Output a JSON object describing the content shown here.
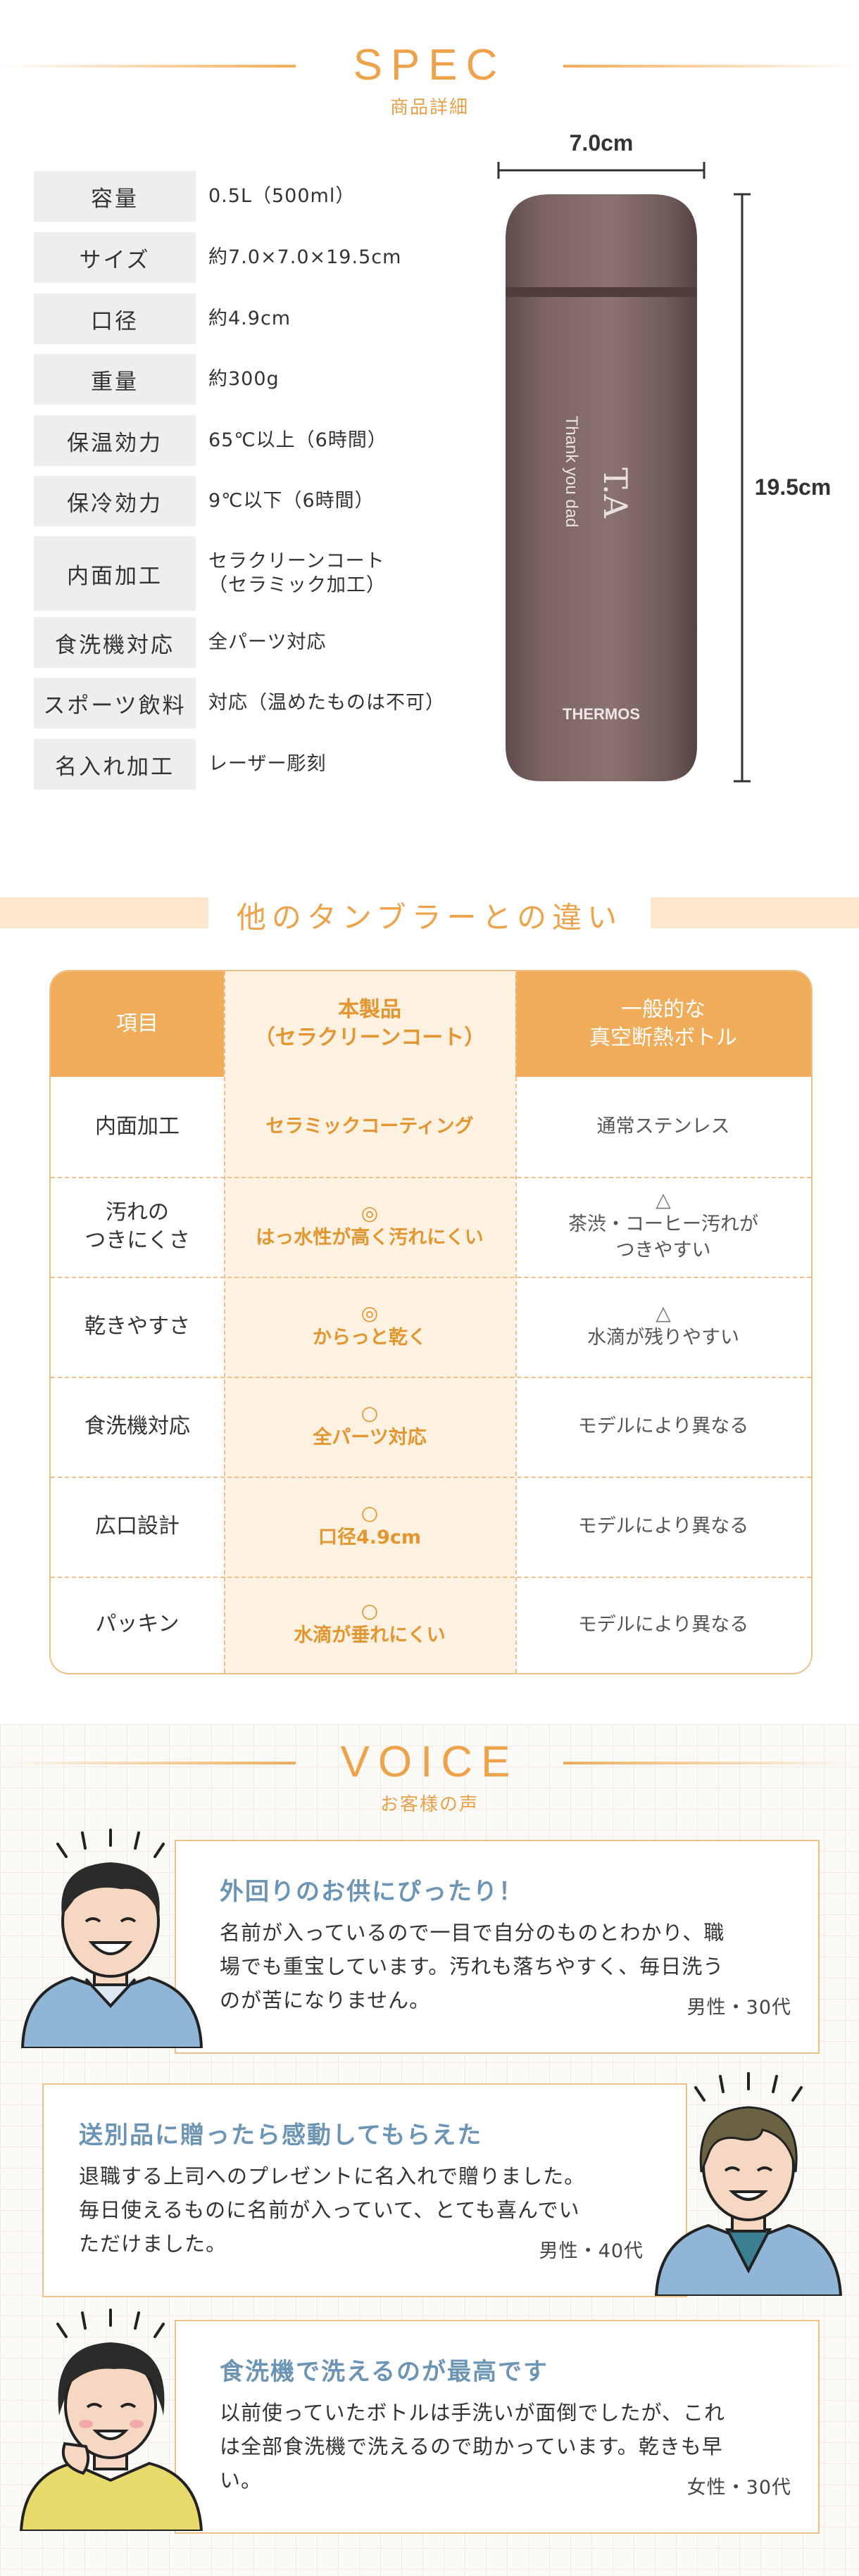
{
  "spec": {
    "title": "SPEC",
    "subtitle": "商品詳細",
    "rows": [
      {
        "label": "容量",
        "value": "0.5L（500ml）"
      },
      {
        "label": "サイズ",
        "value": "約7.0×7.0×19.5cm"
      },
      {
        "label": "口径",
        "value": "約4.9cm"
      },
      {
        "label": "重量",
        "value": "約300g"
      },
      {
        "label": "保温効力",
        "value": "65℃以上（6時間）"
      },
      {
        "label": "保冷効力",
        "value": "9℃以下（6時間）"
      },
      {
        "label": "内面加工",
        "value": "セラクリーンコート",
        "value2": "（セラミック加工）"
      },
      {
        "label": "食洗機対応",
        "value": "全パーツ対応"
      },
      {
        "label": "スポーツ飲料",
        "value": "対応（温めたものは不可）"
      },
      {
        "label": "名入れ加工",
        "value": "レーザー彫刻"
      }
    ],
    "width_label": "7.0cm",
    "height_label": "19.5cm",
    "bottle_engraving_initials": "T.A",
    "bottle_engraving_text": "Thank you dad",
    "bottle_brand": "THERMOS",
    "bottle_color": "#7d6664"
  },
  "compare": {
    "title": "他のタンブラーとの違い",
    "headers": {
      "item": "項目",
      "product_1": "本製品",
      "product_2": "（セラクリーンコート）",
      "general_1": "一般的な",
      "general_2": "真空断熱ボトル"
    },
    "rows": [
      {
        "item": "内面加工",
        "item2": "",
        "prod_mark": "",
        "prod": "セラミックコーティング",
        "gen_mark": "",
        "gen": "通常ステンレス",
        "gen2": ""
      },
      {
        "item": "汚れの",
        "item2": "つきにくさ",
        "prod_mark": "◎",
        "prod": "はっ水性が高く汚れにくい",
        "gen_mark": "△",
        "gen": "茶渋・コーヒー汚れが",
        "gen2": "つきやすい"
      },
      {
        "item": "乾きやすさ",
        "item2": "",
        "prod_mark": "◎",
        "prod": "からっと乾く",
        "gen_mark": "△",
        "gen": "水滴が残りやすい",
        "gen2": ""
      },
      {
        "item": "食洗機対応",
        "item2": "",
        "prod_mark": "○",
        "prod": "全パーツ対応",
        "gen_mark": "",
        "gen": "モデルにより異なる",
        "gen2": ""
      },
      {
        "item": "広口設計",
        "item2": "",
        "prod_mark": "○",
        "prod": "口径4.9cm",
        "gen_mark": "",
        "gen": "モデルにより異なる",
        "gen2": ""
      },
      {
        "item": "パッキン",
        "item2": "",
        "prod_mark": "○",
        "prod": "水滴が垂れにくい",
        "gen_mark": "",
        "gen": "モデルにより異なる",
        "gen2": ""
      }
    ],
    "colors": {
      "accent": "#f0ac58",
      "accent_light": "#fdf1e1",
      "border": "#eebf88"
    }
  },
  "voice": {
    "title": "VOICE",
    "subtitle": "お客様の声",
    "reviews": [
      {
        "title": "外回りのお供にぴったり！",
        "lines": [
          "名前が入っているので一目で自分のものとわかり、職",
          "場でも重宝しています。汚れも落ちやすく、毎日洗う",
          "のが苦になりません。"
        ],
        "who": "男性・30代"
      },
      {
        "title": "送別品に贈ったら感動してもらえた",
        "lines": [
          "退職する上司へのプレゼントに名入れで贈りました。",
          "毎日使えるものに名前が入っていて、とても喜んでい",
          "ただけました。"
        ],
        "who": "男性・40代"
      },
      {
        "title": "食洗機で洗えるのが最高です",
        "lines": [
          "以前使っていたボトルは手洗いが面倒でしたが、これ",
          "は全部食洗機で洗えるので助かっています。乾きも早",
          "い。"
        ],
        "who": "女性・30代"
      }
    ]
  }
}
